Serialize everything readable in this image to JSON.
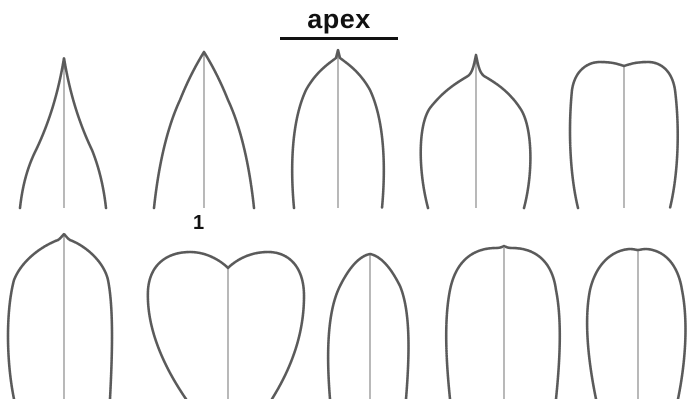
{
  "figure": {
    "title": "apex",
    "marker_label": "1",
    "outline_color": "#5a5a5a",
    "midrib_color": "#8a8a8a",
    "text_color": "#111111"
  },
  "shapes": [
    {
      "id": "apex-shape-1",
      "row": 1,
      "form": "acuminate"
    },
    {
      "id": "apex-shape-2",
      "row": 1,
      "form": "acute"
    },
    {
      "id": "apex-shape-3",
      "row": 1,
      "form": "cuspidate"
    },
    {
      "id": "apex-shape-4",
      "row": 1,
      "form": "mucronate"
    },
    {
      "id": "apex-shape-5",
      "row": 1,
      "form": "retuse"
    },
    {
      "id": "apex-shape-6",
      "row": 2,
      "form": "aristate"
    },
    {
      "id": "apex-shape-7",
      "row": 2,
      "form": "emarginate"
    },
    {
      "id": "apex-shape-8",
      "row": 2,
      "form": "obtuse"
    },
    {
      "id": "apex-shape-9",
      "row": 2,
      "form": "truncate-mucronulate"
    },
    {
      "id": "apex-shape-10",
      "row": 2,
      "form": "rounded"
    }
  ]
}
